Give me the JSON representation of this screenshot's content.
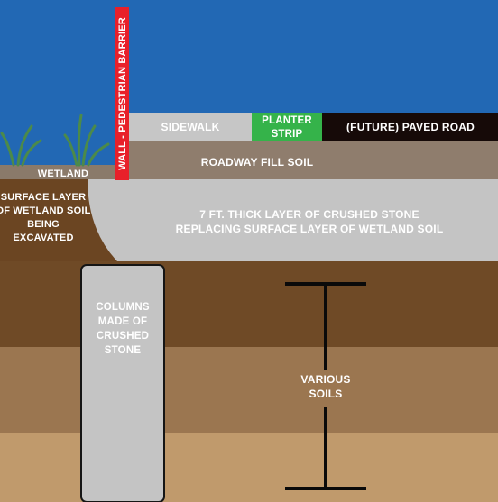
{
  "labels": {
    "barrier": "WALL - PEDESTRIAN BARRIER",
    "sidewalk": "SIDEWALK",
    "planter_line1": "PLANTER",
    "planter_line2": "STRIP",
    "paved_road": "(FUTURE) PAVED ROAD",
    "fill_soil": "ROADWAY FILL SOIL",
    "wetland": "WETLAND",
    "surface_layer": [
      "SURFACE LAYER",
      "OF WETLAND SOIL",
      "BEING",
      "EXCAVATED"
    ],
    "crushed_stone": [
      "7 FT. THICK LAYER OF CRUSHED STONE",
      "REPLACING SURFACE LAYER OF WETLAND SOIL"
    ],
    "columns": [
      "COLUMNS",
      "MADE OF",
      "CRUSHED",
      "STONE"
    ],
    "various_soils": [
      "VARIOUS",
      "SOILS"
    ]
  },
  "colors": {
    "water": "#2268b4",
    "barrier": "#e8202a",
    "sidewalk": "#c6c6c6",
    "planter": "#35b34a",
    "paved_road": "#160a08",
    "fill_soil": "#8f7d6d",
    "wetland_strip": "#8a7a6a",
    "surface_soil": "#6b4522",
    "crushed_stone": "#c4c4c4",
    "soil_dark": "#6f4a26",
    "soil_mid": "#9b7650",
    "soil_light": "#c09a6c",
    "grass": "#4c8a4a",
    "label": "#ffffff"
  }
}
